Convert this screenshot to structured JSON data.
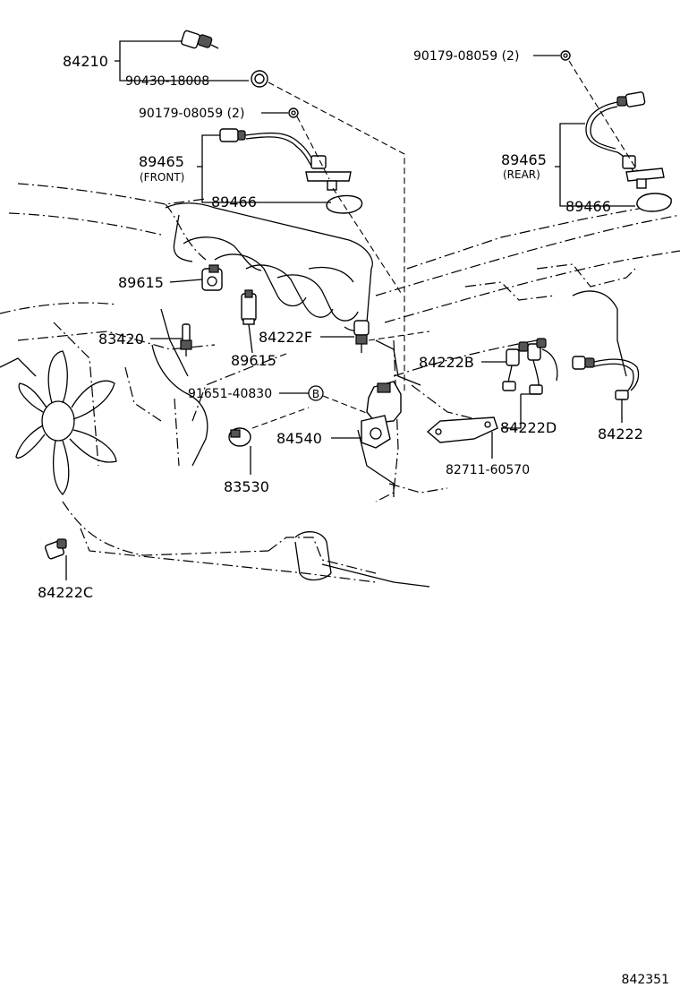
{
  "callouts": {
    "c84210": "84210",
    "c90430": "90430-18008",
    "c90179_front": "90179-08059 (2)",
    "c89465_front": "89465",
    "front_note": "(FRONT)",
    "c89466_front": "89466",
    "c90179_rear": "90179-08059 (2)",
    "c89465_rear": "89465",
    "rear_note": "(REAR)",
    "c89466_rear": "89466",
    "c89615_a": "89615",
    "c89615_b": "89615",
    "c83420": "83420",
    "c84222F": "84222F",
    "c84222B": "84222B",
    "c91651": "91651-40830",
    "marker_b": "B",
    "c84540": "84540",
    "c84222D": "84222D",
    "c84222": "84222",
    "c82711": "82711-60570",
    "c83530": "83530",
    "c84222C": "84222C",
    "figure_code": "842351"
  }
}
